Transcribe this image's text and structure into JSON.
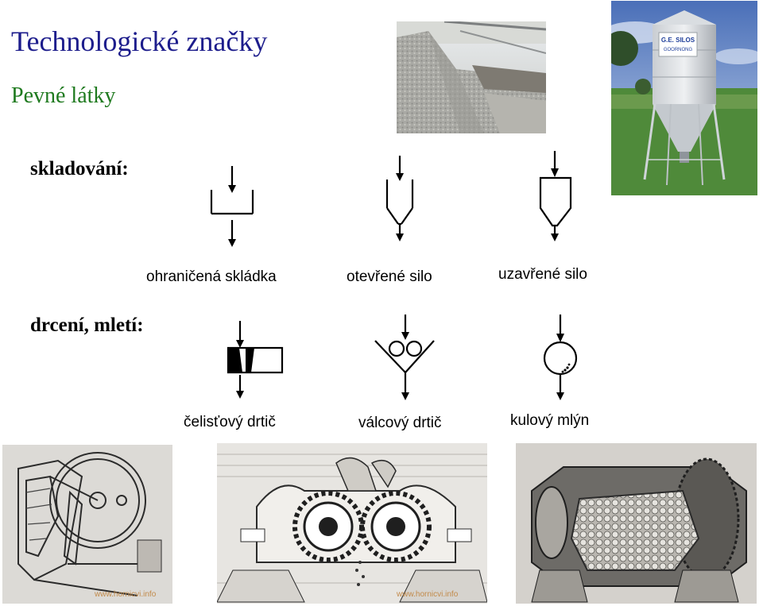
{
  "slide": {
    "title": "Technologické značky",
    "subtitle": "Pevné látky",
    "colors": {
      "title": "#1d1d8c",
      "subtitle": "#1f7a1f",
      "text": "#000000"
    }
  },
  "storage": {
    "label": "skladování:",
    "symbols": [
      {
        "icon": "bounded-heap-symbol-icon",
        "caption": "ohraničená skládka"
      },
      {
        "icon": "open-silo-symbol-icon",
        "caption": "otevřené silo"
      },
      {
        "icon": "closed-silo-symbol-icon",
        "caption": "uzavřené silo"
      }
    ]
  },
  "crushing": {
    "label": "drcení, mletí:",
    "symbols": [
      {
        "icon": "jaw-crusher-symbol-icon",
        "caption": "čelisťový drtič"
      },
      {
        "icon": "roller-crusher-symbol-icon",
        "caption": "válcový drtič"
      },
      {
        "icon": "ball-mill-symbol-icon",
        "caption": "kulový mlýn"
      }
    ]
  },
  "photos": {
    "silo_sign": {
      "brand": "G.E. SILOS",
      "place": "GOORNONG"
    },
    "jaw_crusher_source": "www.hornicvi.info",
    "roller_crusher_source": "www.hornicvi.info"
  }
}
